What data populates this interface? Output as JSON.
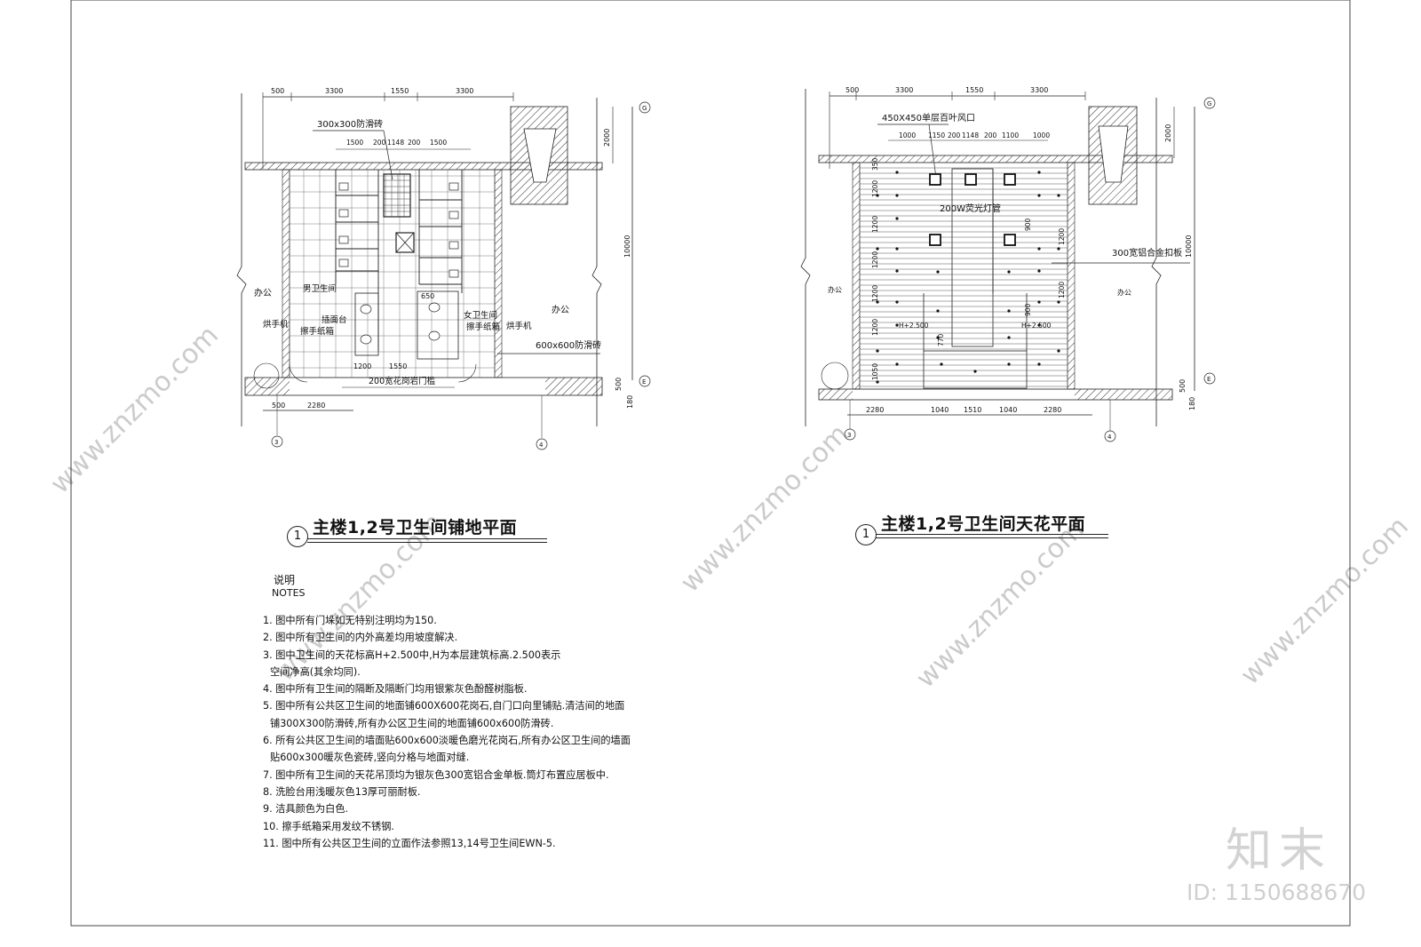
{
  "left_plan": {
    "title": "主楼1,2号卫生间铺地平面",
    "number": "1",
    "dims_top": [
      "500",
      "3300",
      "1550",
      "3300"
    ],
    "dims_inner": [
      "1500",
      "200",
      "1148",
      "200",
      "1500"
    ],
    "dims_bottom": [
      "500",
      "2280"
    ],
    "dims_bottom_inner": [
      "1200",
      "1550"
    ],
    "dims_right": [
      "2000",
      "10000",
      "500",
      "180"
    ],
    "labels": {
      "tile_small": "300x300防滑砖",
      "tile_large": "600x600防滑砖",
      "office_left": "办公",
      "office_right": "办公",
      "men": "男卫生间",
      "women": "女卫生间",
      "dryer_left": "烘手机",
      "dryer_right": "烘手机",
      "paper_box_left": "擦手纸箱",
      "paper_box_right": "擦手纸箱",
      "basin": "插面台",
      "threshold": "200宽花岗岩门槛",
      "small_dim": "650"
    },
    "grid_axes": [
      "G",
      "E",
      "3",
      "4"
    ]
  },
  "right_plan": {
    "title": "主楼1,2号卫生间天花平面",
    "number": "1",
    "dims_top": [
      "500",
      "3300",
      "1550",
      "3300"
    ],
    "dims_inner": [
      "1000",
      "1150",
      "200",
      "1148",
      "200",
      "1100",
      "1000"
    ],
    "dims_bottom": [
      "2280",
      "1040",
      "1510",
      "1040",
      "2280"
    ],
    "dims_right": [
      "2000",
      "10000",
      "500",
      "180"
    ],
    "dims_left_col": [
      "350",
      "1200",
      "1200",
      "1200",
      "1200",
      "1200",
      "1050"
    ],
    "dims_mid_col": [
      "900",
      "1200",
      "900",
      "1200",
      "770"
    ],
    "labels": {
      "vent": "450X450单层百叶风口",
      "tube": "200W荧光灯管",
      "panel": "300宽铝合金扣板",
      "office_left": "办公",
      "office_right": "办公",
      "height_left": "H+2.500",
      "height_right": "H+2.500"
    },
    "grid_axes": [
      "G",
      "E",
      "3",
      "4"
    ]
  },
  "notes": {
    "heading": "说明",
    "heading_en": "NOTES",
    "items": [
      {
        "text": "1.  图中所有门垛如无特别注明均为150."
      },
      {
        "text": "2.  图中所有卫生间的内外高差均用坡度解决."
      },
      {
        "text": "3.  图中卫生间的天花标高H+2.500中,H为本层建筑标高.2.500表示",
        "cont": "空间净高(其余均同)."
      },
      {
        "text": "4.  图中所有卫生间的隔断及隔断门均用银紫灰色酚醛树脂板."
      },
      {
        "text": "5.  图中所有公共区卫生间的地面铺600X600花岗石,自门口向里铺贴.清洁间的地面",
        "cont": "铺300X300防滑砖,所有办公区卫生间的地面铺600x600防滑砖."
      },
      {
        "text": "6.  所有公共区卫生间的墙面贴600x600淡暖色磨光花岗石,所有办公区卫生间的墙面",
        "cont": "贴600x300暖灰色瓷砖,竖向分格与地面对缝."
      },
      {
        "text": "7.  图中所有卫生间的天花吊顶均为银灰色300宽铝合金单板.筒灯布置应居板中."
      },
      {
        "text": "8.  洗脸台用浅暖灰色13厚可丽耐板."
      },
      {
        "text": "9.  洁具颜色为白色."
      },
      {
        "text": "10.  擦手纸箱采用发纹不锈钢."
      },
      {
        "text": "11.  图中所有公共区卫生间的立面作法参照13,14号卫生间EWN-5."
      }
    ]
  },
  "watermark": {
    "site": "www.znzmo.com",
    "logo": "知末",
    "id": "ID: 1150688670"
  }
}
